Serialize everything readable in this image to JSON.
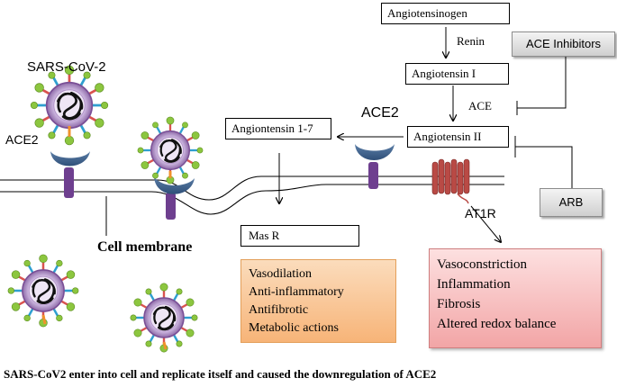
{
  "boxes": {
    "angiotensinogen": "Angiotensinogen",
    "angiotensin_i": "Angiotensin I",
    "angiotensin_ii": "Angiotensin II",
    "angiotensin_1_7": "Angiontensin 1-7",
    "mas_r": "Mas R"
  },
  "inhibitors": {
    "ace_inhibitors": "ACE Inhibitors",
    "arb": "ARB"
  },
  "labels": {
    "renin": "Renin",
    "ace": "ACE",
    "ace2_right": "ACE2",
    "ace2_left": "ACE2",
    "at1r": "AT1R",
    "virus": "SARS-CoV-2",
    "cell_membrane": "Cell membrane"
  },
  "effects_protective": [
    "Vasodilation",
    "Anti-inflammatory",
    "Antifibrotic",
    "Metabolic actions"
  ],
  "effects_harmful": [
    "Vasoconstriction",
    "Inflammation",
    "Fibrosis",
    "Altered redox balance"
  ],
  "caption": "SARS-CoV2 enter into cell and replicate itself  and caused the downregulation of ACE2"
}
